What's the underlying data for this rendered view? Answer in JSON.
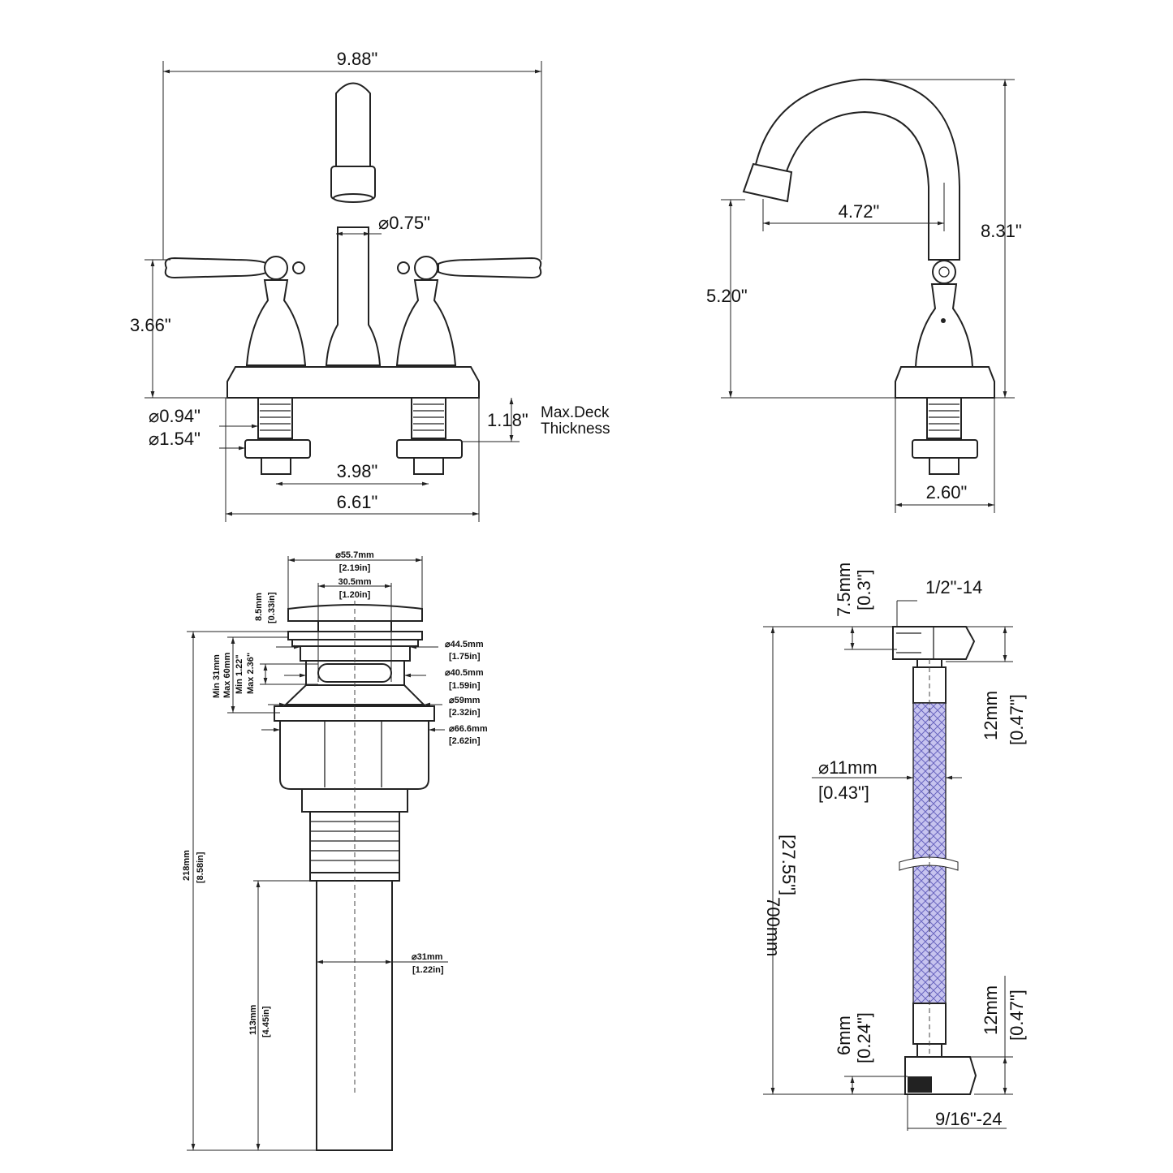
{
  "front_view": {
    "overall_width": "9.88\"",
    "spout_diameter": "0.75\"",
    "handle_height": "3.66\"",
    "shank_diameter": "0.94\"",
    "nut_diameter": "1.54\"",
    "deck_thickness": "1.18\"",
    "deck_label_1": "Max.Deck",
    "deck_label_2": "Thickness",
    "center_spacing": "3.98\"",
    "base_width": "6.61\""
  },
  "side_view": {
    "spout_reach": "4.72\"",
    "total_height": "8.31\"",
    "spout_clearance": "5.20\"",
    "base_depth": "2.60\""
  },
  "drain": {
    "cap_diameter": "55.7mm",
    "cap_diameter_in": "2.19in",
    "inner_width": "30.5mm",
    "inner_width_in": "1.20in",
    "cap_height": "8.5mm",
    "cap_height_in": "0.33in",
    "range_1": "Min 31mm",
    "range_2": "Max 60mm",
    "range_3": "Min 1.22\"",
    "range_4": "Max 2.36\"",
    "d1": "44.5mm",
    "d1_in": "1.75in",
    "d2": "40.5mm",
    "d2_in": "1.59in",
    "d3": "59mm",
    "d3_in": "2.32in",
    "d4": "66.6mm",
    "d4_in": "2.62in",
    "total_length": "218mm",
    "total_length_in": "8.58in",
    "tail_length": "113mm",
    "tail_length_in": "4.45in",
    "tail_diameter": "31mm",
    "tail_diameter_in": "1.22in"
  },
  "hose": {
    "top_nut": "7.5mm",
    "top_nut_in": "0.3\"",
    "top_thread": "1/2\"-14",
    "top_ferrule": "12mm",
    "top_ferrule_in": "0.47\"",
    "diameter": "11mm",
    "diameter_in": "0.43\"",
    "length": "700mm",
    "length_in": "27.55\"",
    "bottom_ferrule": "12mm",
    "bottom_ferrule_in": "0.47\"",
    "bottom_nut": "6mm",
    "bottom_nut_in": "0.24\"",
    "bottom_thread": "9/16\"-24",
    "braid_color": "#a9a6e0"
  }
}
